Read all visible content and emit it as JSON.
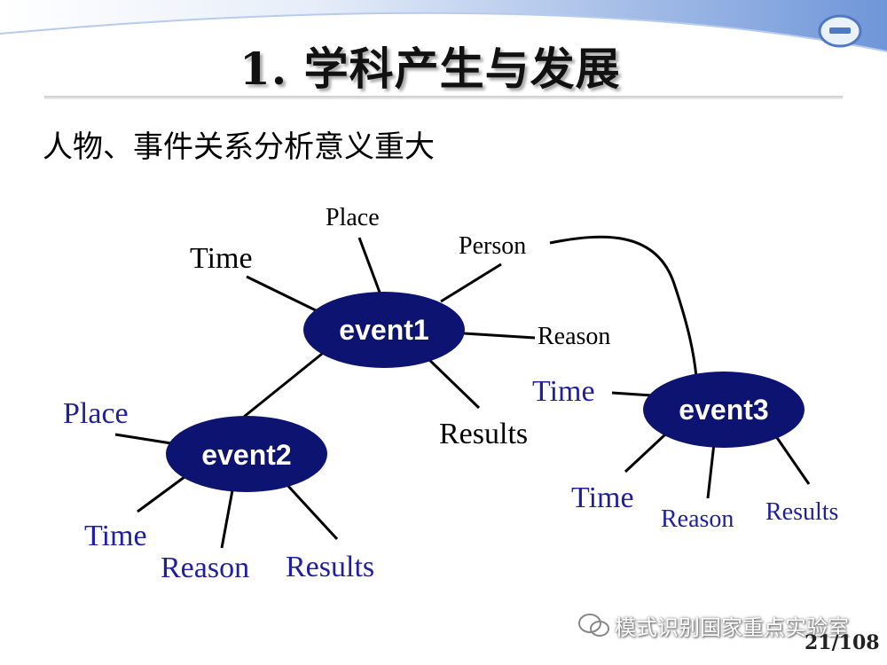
{
  "slide": {
    "title": "1. 学科产生与发展",
    "subtitle": "人物、事件关系分析意义重大",
    "page_number": "21/108",
    "watermark": "模式识别国家重点实验室"
  },
  "colors": {
    "node_fill": "#0d1370",
    "node_text": "#ffffff",
    "label_black": "#000000",
    "label_blue": "#1f1f9f",
    "top_band": "#6f96d9"
  },
  "diagram": {
    "nodes": {
      "event1": "event1",
      "event2": "event2",
      "event3": "event3"
    },
    "labels": {
      "e1_place": "Place",
      "e1_time": "Time",
      "e1_person": "Person",
      "e1_reason": "Reason",
      "e1_results": "Results",
      "e2_place": "Place",
      "e2_time": "Time",
      "e2_reason": "Reason",
      "e2_results": "Results",
      "e3_time_left": "Time",
      "e3_time": "Time",
      "e3_reason": "Reason",
      "e3_results": "Results"
    }
  }
}
